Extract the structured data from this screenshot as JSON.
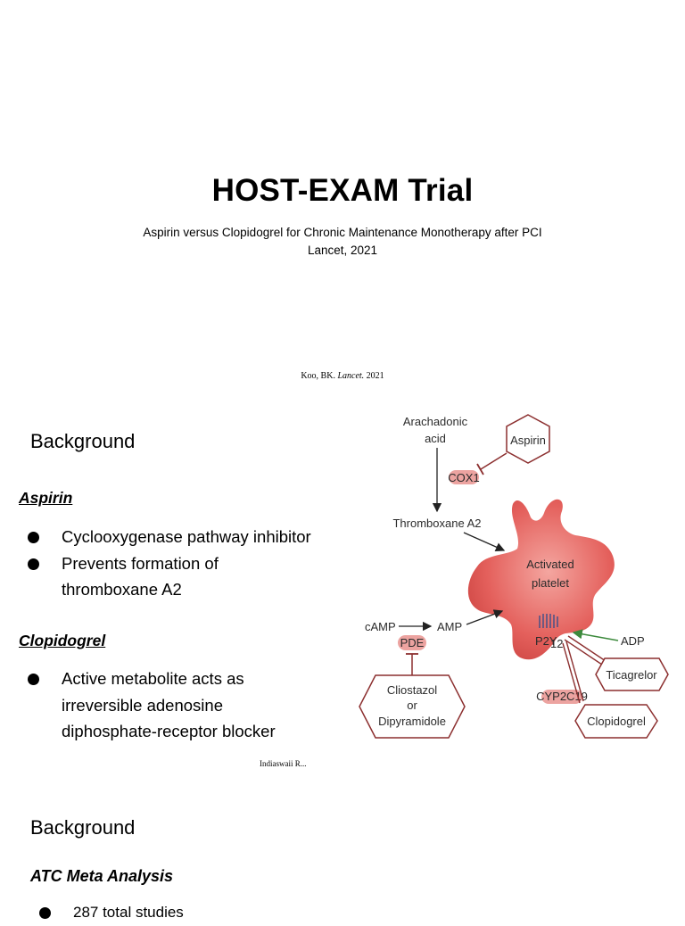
{
  "slide1": {
    "title": "HOST-EXAM Trial",
    "subtitle_line1": "Aspirin versus Clopidogrel for Chronic Maintenance Monotherapy after PCI",
    "subtitle_line2": "Lancet, 2021",
    "citation_author": "Koo, BK.",
    "citation_journal": "Lancet.",
    "citation_year": "2021"
  },
  "slide2": {
    "heading": "Background",
    "aspirin_heading": "Aspirin",
    "aspirin_bullets": [
      "Cyclooxygenase pathway inhibitor",
      "Prevents formation of thromboxane A2"
    ],
    "clopidogrel_heading": "Clopidogrel",
    "clopidogrel_bullets": [
      "Active metabolite acts as irreversible adenosine diphosphate-receptor blocker"
    ],
    "footer": "Indiaswaii R..."
  },
  "diagram": {
    "arachidonic_1": "Arachadonic",
    "arachidonic_2": "acid",
    "aspirin": "Aspirin",
    "cox1": "COX1",
    "thromboxane": "Thromboxane A2",
    "platelet_1": "Activated",
    "platelet_2": "platelet",
    "camp": "cAMP",
    "amp": "AMP",
    "pde": "PDE",
    "p2y": "P2Y",
    "p2y_sub": "12",
    "adp": "ADP",
    "ticagrelor": "Ticagrelor",
    "cyp": "CYP2C19",
    "clopidogrel": "Clopidogrel",
    "cliostazol_1": "Cliostazol",
    "cliostazol_2": "or",
    "cliostazol_3": "Dipyramidole",
    "colors": {
      "platelet": "#e4605c",
      "pill": "#eca3a0",
      "adp_green": "#3d8a3d",
      "outline": "#8c2f2f"
    }
  },
  "slide3": {
    "heading": "Background",
    "subheading": "ATC Meta Analysis",
    "bullets": [
      "287 total studies"
    ]
  }
}
